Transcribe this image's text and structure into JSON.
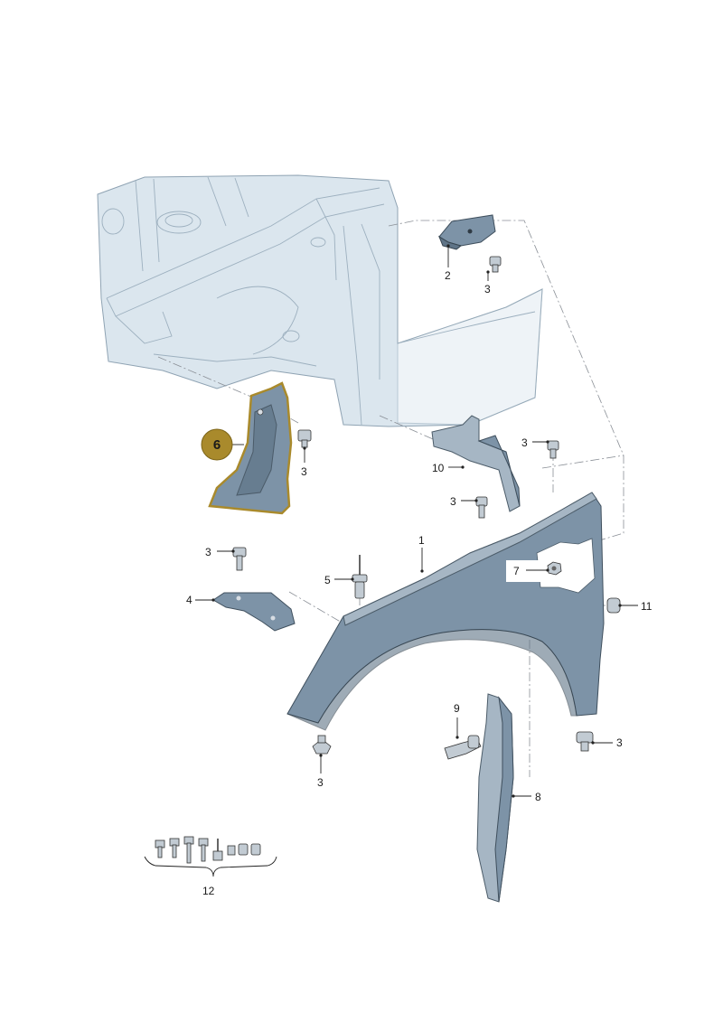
{
  "diagram": {
    "highlight_color": "#a98a2c",
    "part_color": "#7d93a7",
    "body_color": "#dbe6ee",
    "highlighted_part": "6",
    "callouts": {
      "c1": "1",
      "c2": "2",
      "c3a": "3",
      "c3b": "3",
      "c3c": "3",
      "c3d": "3",
      "c3e": "3",
      "c3f": "3",
      "c3g": "3",
      "c4": "4",
      "c5": "5",
      "c6": "6",
      "c7": "7",
      "c8": "8",
      "c9": "9",
      "c10": "10",
      "c11": "11",
      "c12": "12"
    }
  }
}
